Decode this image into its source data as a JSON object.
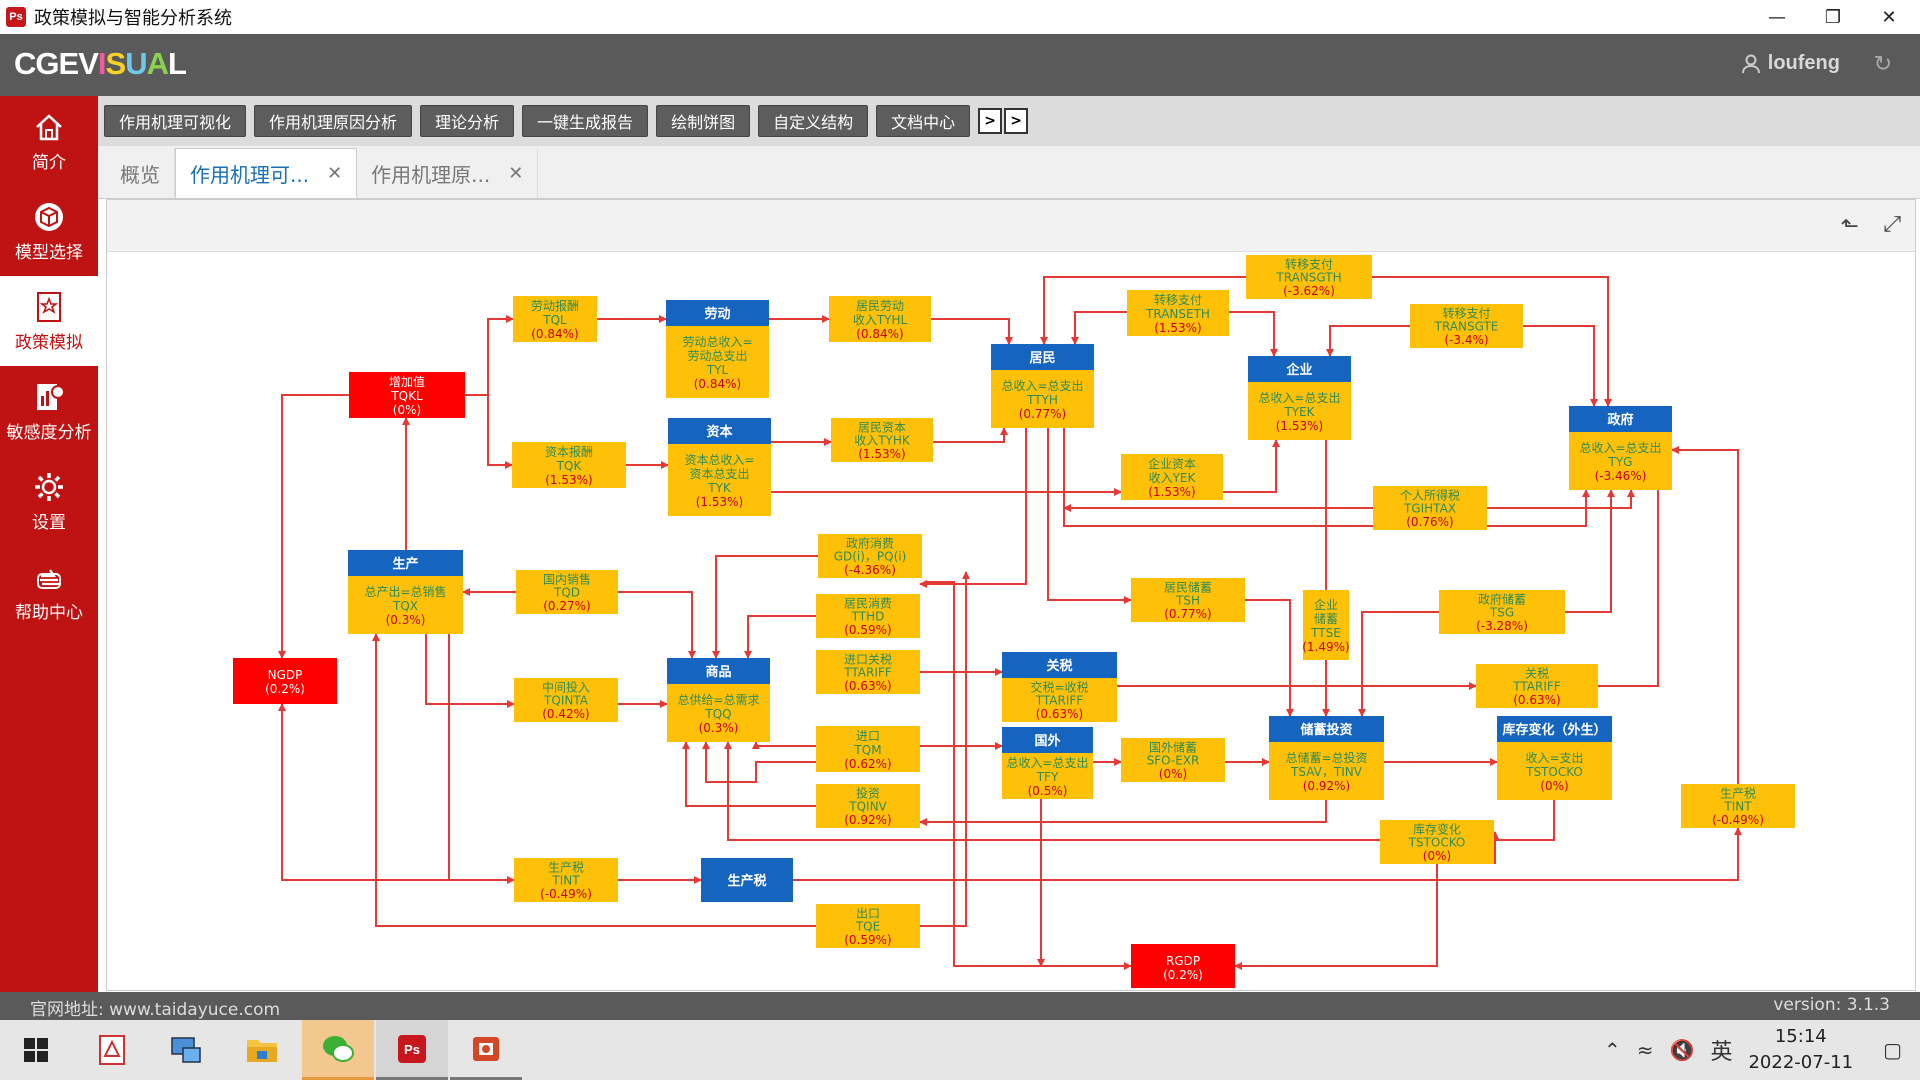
{
  "window": {
    "title": "政策模拟与智能分析系统",
    "icon_text": "Ps"
  },
  "header": {
    "logo": [
      "C",
      "G",
      "E",
      "V",
      "I",
      "S",
      "U",
      "A",
      "L"
    ],
    "logo_colors": [
      "#ffffff",
      "#ffffff",
      "#ffffff",
      "#ffffff",
      "#f05a9e",
      "#f6d22a",
      "#6fc8e8",
      "#8cd050",
      "#ffffff"
    ],
    "user": "loufeng"
  },
  "sidebar": {
    "items": [
      {
        "label": "简介",
        "icon": "home-icon"
      },
      {
        "label": "模型选择",
        "icon": "cube-icon"
      },
      {
        "label": "政策模拟",
        "icon": "star-doc-icon",
        "active": true
      },
      {
        "label": "敏感度分析",
        "icon": "chart-doc-icon"
      },
      {
        "label": "设置",
        "icon": "gear-icon"
      },
      {
        "label": "帮助中心",
        "icon": "hand-icon"
      }
    ]
  },
  "toolbar": {
    "buttons": [
      "作用机理可视化",
      "作用机理原因分析",
      "理论分析",
      "一键生成报告",
      "绘制饼图",
      "自定义结构",
      "文档中心"
    ]
  },
  "tabs": [
    {
      "label": "概览",
      "active": false,
      "closable": false
    },
    {
      "label": "作用机理可...",
      "active": true,
      "closable": true
    },
    {
      "label": "作用机理原...",
      "active": false,
      "closable": true
    }
  ],
  "diagram": {
    "colors": {
      "blue_head": "#1565c0",
      "yellow": "#ffc107",
      "red": "#ff0000",
      "edge": "#e53935",
      "green_text": "#2e8b57",
      "pct_text": "#cc0000"
    },
    "nodes": [
      {
        "id": "tql",
        "type": "y",
        "lines": [
          "劳动报酬",
          "TQL"
        ],
        "pct": "(0.84%)"
      },
      {
        "id": "labor",
        "type": "h",
        "title": "劳动",
        "lines": [
          "劳动总收入=",
          "劳动总支出",
          "TYL"
        ],
        "pct": "(0.84%)"
      },
      {
        "id": "tyhl",
        "type": "y",
        "lines": [
          "居民劳动",
          "收入TYHL"
        ],
        "pct": "(0.84%)"
      },
      {
        "id": "transgth",
        "type": "y",
        "lines": [
          "转移支付",
          "TRANSGTH"
        ],
        "pct": "(-3.62%)"
      },
      {
        "id": "transeth",
        "type": "y",
        "lines": [
          "转移支付",
          "TRANSETH"
        ],
        "pct": "(1.53%)"
      },
      {
        "id": "transgte",
        "type": "y",
        "lines": [
          "转移支付",
          "TRANSGTE"
        ],
        "pct": "(-3.4%)"
      },
      {
        "id": "hh",
        "type": "h",
        "title": "居民",
        "lines": [
          "总收入=总支出",
          "TTYH"
        ],
        "pct": "(0.77%)"
      },
      {
        "id": "ent",
        "type": "h",
        "title": "企业",
        "lines": [
          "总收入=总支出",
          "TYEK"
        ],
        "pct": "(1.53%)"
      },
      {
        "id": "gov",
        "type": "h",
        "title": "政府",
        "lines": [
          "总收入=总支出",
          "TYG"
        ],
        "pct": "(-3.46%)"
      },
      {
        "id": "tqkl",
        "type": "r",
        "lines": [
          "增加值",
          "TQKL"
        ],
        "pct": "(0%)"
      },
      {
        "id": "tqk",
        "type": "y",
        "lines": [
          "资本报酬",
          "TQK"
        ],
        "pct": "(1.53%)"
      },
      {
        "id": "capital",
        "type": "h",
        "title": "资本",
        "lines": [
          "资本总收入=",
          "资本总支出",
          "TYK"
        ],
        "pct": "(1.53%)"
      },
      {
        "id": "tyhk",
        "type": "y",
        "lines": [
          "居民资本",
          "收入TYHK"
        ],
        "pct": "(1.53%)"
      },
      {
        "id": "yek",
        "type": "y",
        "lines": [
          "企业资本",
          "收入YEK"
        ],
        "pct": "(1.53%)"
      },
      {
        "id": "tgihtax",
        "type": "y",
        "lines": [
          "个人所得税",
          "TGIHTAX"
        ],
        "pct": "(0.76%)"
      },
      {
        "id": "gdgov",
        "type": "y",
        "lines": [
          "政府消费",
          "GD(i)，PQ(i)"
        ],
        "pct": "(-4.36%)"
      },
      {
        "id": "prod",
        "type": "h",
        "title": "生产",
        "lines": [
          "总产出=总销售",
          "TQX"
        ],
        "pct": "(0.3%)"
      },
      {
        "id": "tqd",
        "type": "y",
        "lines": [
          "国内销售",
          "TQD"
        ],
        "pct": "(0.27%)"
      },
      {
        "id": "tthd",
        "type": "y",
        "lines": [
          "居民消费",
          "TTHD"
        ],
        "pct": "(0.59%)"
      },
      {
        "id": "tsh",
        "type": "y",
        "lines": [
          "居民储蓄",
          "TSH"
        ],
        "pct": "(0.77%)"
      },
      {
        "id": "ttse",
        "type": "y",
        "lines": [
          "企业",
          "储蓄",
          "TTSE"
        ],
        "pct": "(1.49%)"
      },
      {
        "id": "tsg",
        "type": "y",
        "lines": [
          "政府储蓄",
          "TSG"
        ],
        "pct": "(-3.28%)"
      },
      {
        "id": "ngdp",
        "type": "r",
        "lines": [
          "NGDP"
        ],
        "pct": "(0.2%)"
      },
      {
        "id": "goods",
        "type": "h",
        "title": "商品",
        "lines": [
          "总供给=总需求",
          "TQQ"
        ],
        "pct": "(0.3%)"
      },
      {
        "id": "ttariff1",
        "type": "y",
        "lines": [
          "进口关税",
          "TTARIFF"
        ],
        "pct": "(0.63%)"
      },
      {
        "id": "tariff",
        "type": "h",
        "title": "关税",
        "lines": [
          "交税=收税",
          "TTARIFF"
        ],
        "pct": "(0.63%)"
      },
      {
        "id": "ttariff2",
        "type": "y",
        "lines": [
          "关税",
          "TTARIFF"
        ],
        "pct": "(0.63%)"
      },
      {
        "id": "tqinta",
        "type": "y",
        "lines": [
          "中间投入",
          "TQINTA"
        ],
        "pct": "(0.42%)"
      },
      {
        "id": "tqm",
        "type": "y",
        "lines": [
          "进口",
          "TQM"
        ],
        "pct": "(0.62%)"
      },
      {
        "id": "foreign",
        "type": "h",
        "title": "国外",
        "lines": [
          "总收入=总支出",
          "TFY"
        ],
        "pct": "(0.5%)"
      },
      {
        "id": "sfo",
        "type": "y",
        "lines": [
          "国外储蓄",
          "SFO-EXR"
        ],
        "pct": "(0%)"
      },
      {
        "id": "savinv",
        "type": "h",
        "title": "储蓄投资",
        "lines": [
          "总储蓄=总投资",
          "TSAV，TINV"
        ],
        "pct": "(0.92%)"
      },
      {
        "id": "stock",
        "type": "h",
        "title": "库存变化（外生）",
        "lines": [
          "收入=支出",
          "TSTOCKO"
        ],
        "pct": "(0%)"
      },
      {
        "id": "tqinv",
        "type": "y",
        "lines": [
          "投资",
          "TQINV"
        ],
        "pct": "(0.92%)"
      },
      {
        "id": "tint2",
        "type": "y",
        "lines": [
          "生产税",
          "TINT"
        ],
        "pct": "(-0.49%)"
      },
      {
        "id": "tstocko",
        "type": "y",
        "lines": [
          "库存变化",
          "TSTOCKO"
        ],
        "pct": "(0%)"
      },
      {
        "id": "tint1",
        "type": "y",
        "lines": [
          "生产税",
          "TINT"
        ],
        "pct": "(-0.49%)"
      },
      {
        "id": "prodtax",
        "type": "b",
        "title": "生产税"
      },
      {
        "id": "tqe",
        "type": "y",
        "lines": [
          "出口",
          "TQE"
        ],
        "pct": "(0.59%)"
      },
      {
        "id": "rgdp",
        "type": "r",
        "lines": [
          "RGDP"
        ],
        "pct": "(0.2%)"
      }
    ]
  },
  "statusbar": {
    "site": "官网地址: www.taidayuce.com",
    "version": "version: 3.1.3"
  },
  "taskbar": {
    "ime": "英",
    "time": "15:14",
    "date": "2022-07-11"
  }
}
